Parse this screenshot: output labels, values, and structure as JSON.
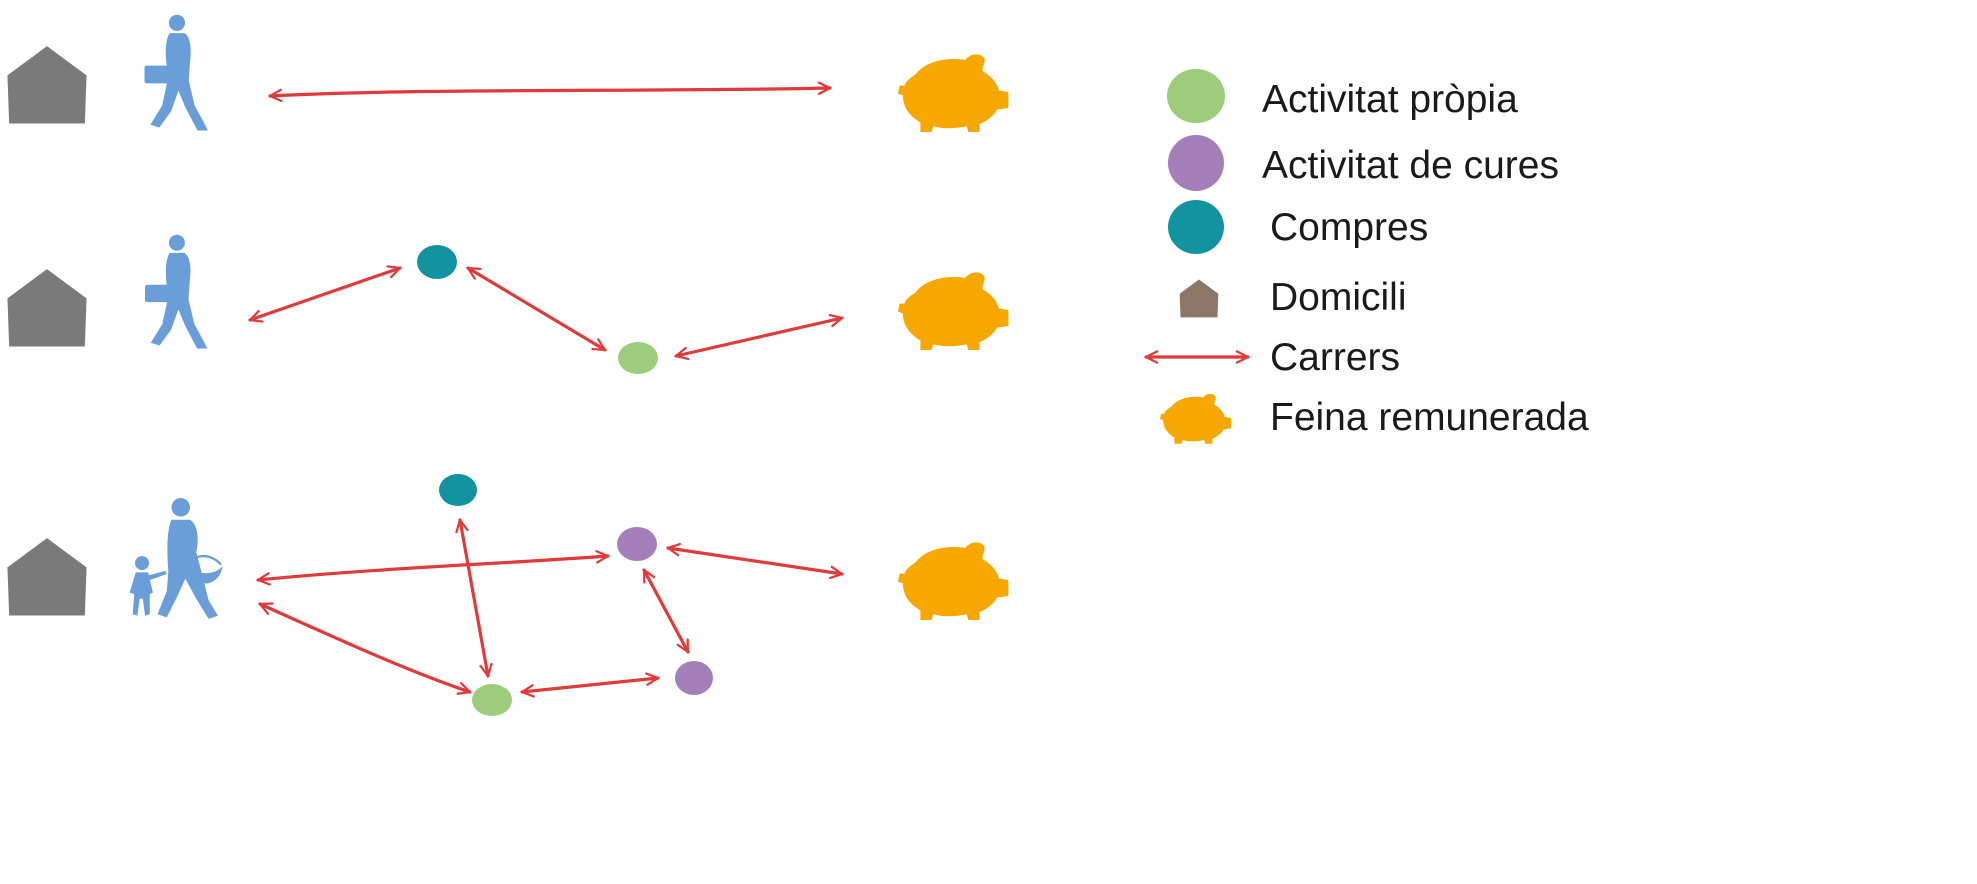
{
  "colors": {
    "home": "#7a7a7a",
    "home_legend": "#8d7666",
    "person": "#6a9ed8",
    "arrow": "#e03a3a",
    "activity_own": "#9ccc7c",
    "activity_care": "#a57fba",
    "shopping": "#13939f",
    "paid_work": "#f7a800"
  },
  "icons": {
    "home": "house-icon",
    "worker": "walking-person-briefcase-icon",
    "caregiver": "woman-with-child-and-basket-icon",
    "paid_work": "piggy-bank-icon",
    "street": "double-arrow-icon"
  },
  "legend": {
    "items": [
      {
        "key": "activity_own",
        "label": "Activitat pròpia"
      },
      {
        "key": "activity_care",
        "label": "Activitat de cures"
      },
      {
        "key": "shopping",
        "label": "Compres"
      },
      {
        "key": "home",
        "label": "Domicili"
      },
      {
        "key": "street",
        "label": "Carrers"
      },
      {
        "key": "paid_work",
        "label": "Feina remunerada"
      }
    ]
  }
}
